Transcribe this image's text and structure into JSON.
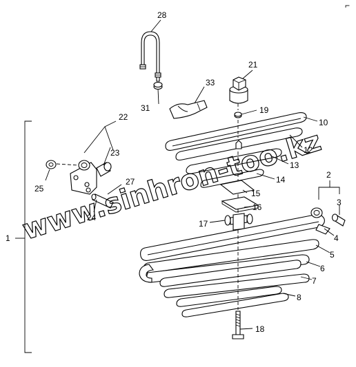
{
  "watermark": "www.sinhron-too.kz",
  "corner_mark": "⌐",
  "callouts": [
    "1",
    "2",
    "3",
    "4",
    "5",
    "6",
    "7",
    "8",
    "10",
    "12",
    "13",
    "14",
    "15",
    "16",
    "17",
    "18",
    "19",
    "21",
    "22",
    "23",
    "24",
    "25",
    "27",
    "28",
    "31",
    "33"
  ]
}
